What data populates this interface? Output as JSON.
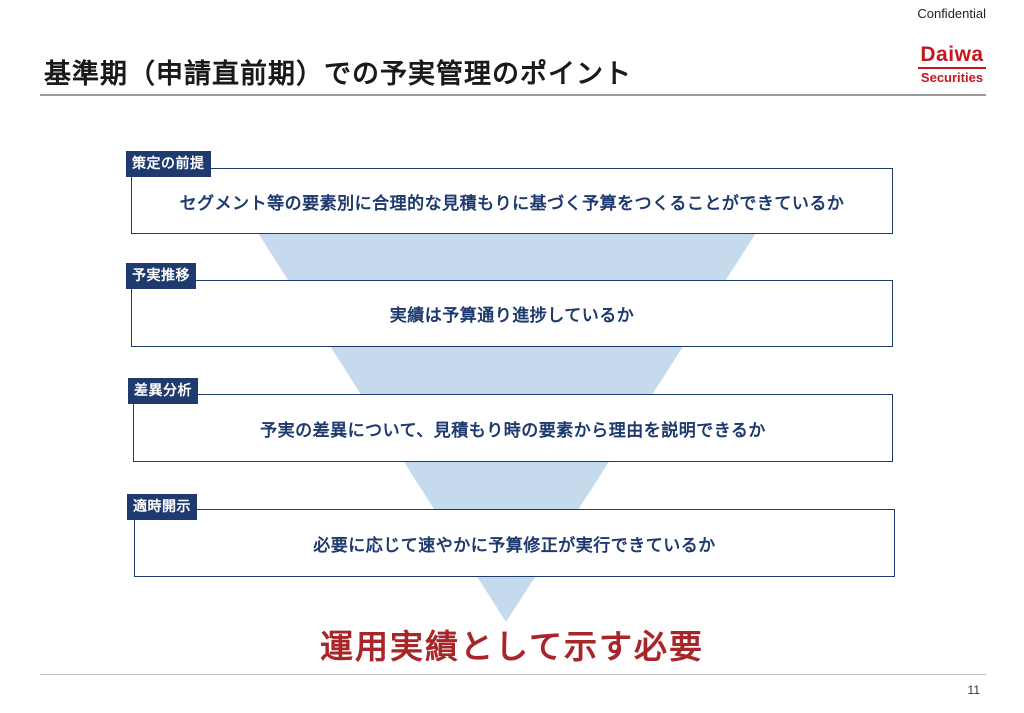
{
  "header": {
    "confidential": "Confidential",
    "title": "基準期（申請直前期）での予実管理のポイント",
    "logo_line1": "Daiwa",
    "logo_line2": "Securities",
    "logo_color": "#c8161d"
  },
  "items": [
    {
      "tag": "策定の前提",
      "text": "セグメント等の要素別に合理的な見積もりに基づく予算をつくることができているか"
    },
    {
      "tag": "予実推移",
      "text": "実績は予算通り進捗しているか"
    },
    {
      "tag": "差異分析",
      "text": "予実の差異について、見積もり時の要素から理由を説明できるか"
    },
    {
      "tag": "適時開示",
      "text": "必要に応じて速やかに予算修正が実行できているか"
    }
  ],
  "conclusion": "運用実績として示す必要",
  "footer": {
    "page_number": "11"
  },
  "colors": {
    "navy": "#1e3a6e",
    "funnel": "#c5dbed",
    "accent_red": "#a8262a"
  }
}
